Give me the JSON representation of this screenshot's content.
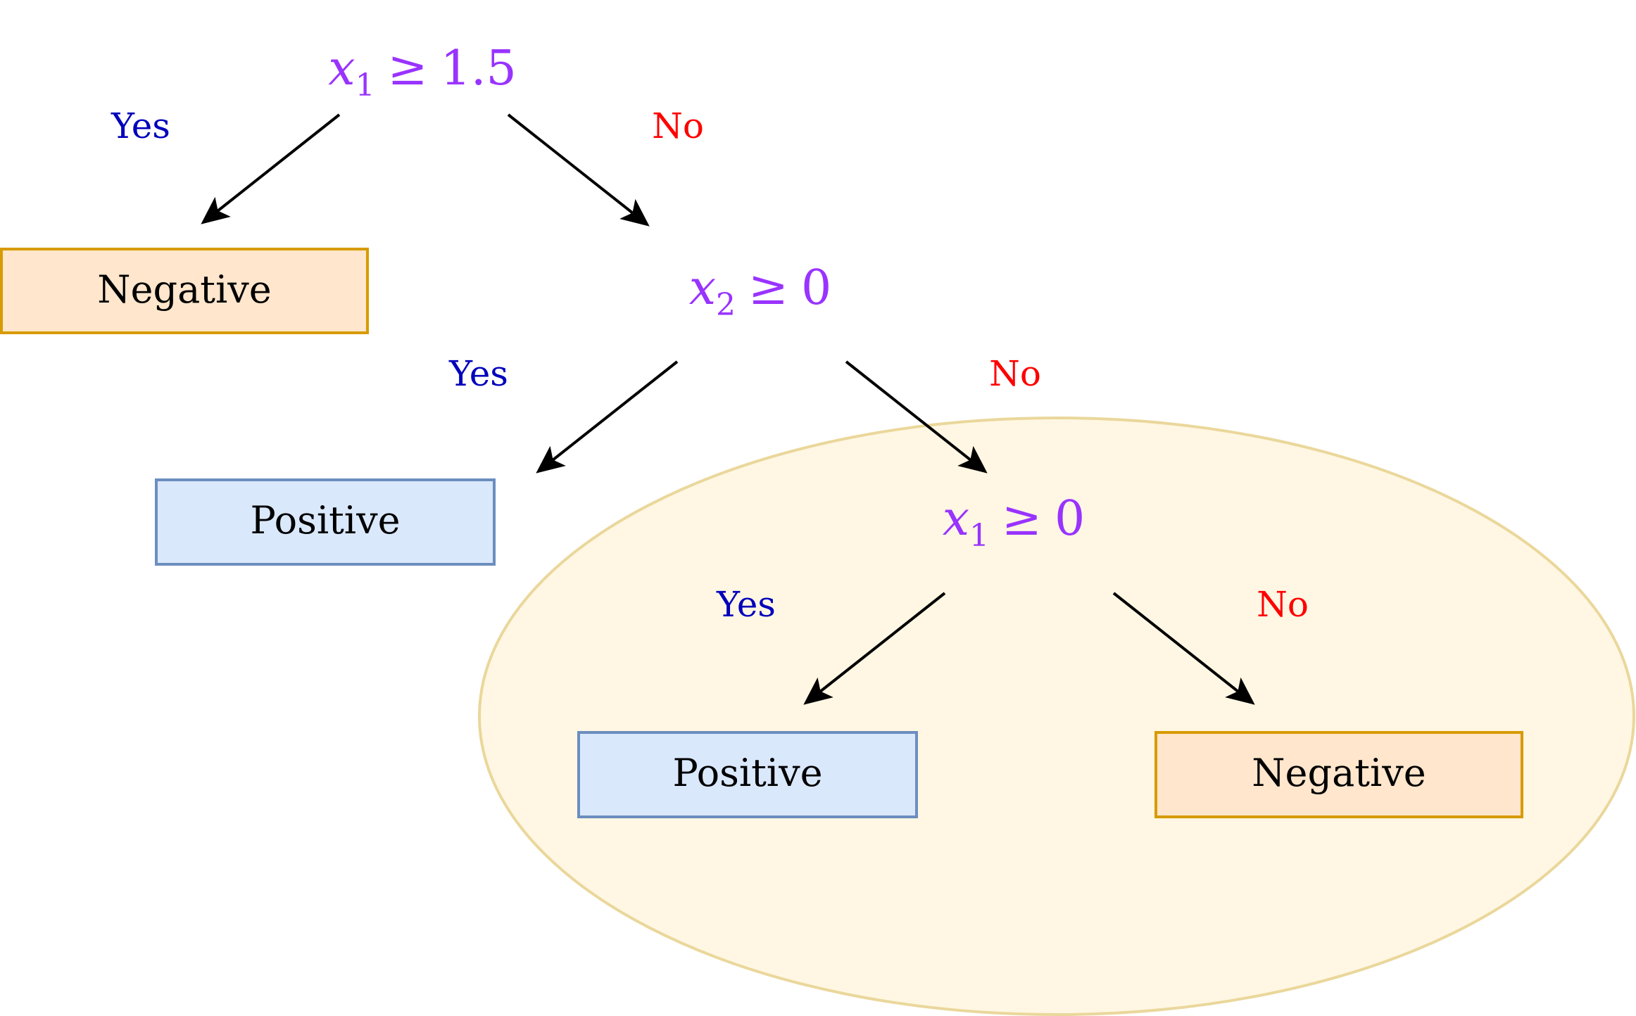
{
  "colors": {
    "condition": "#9933FF",
    "yes": "#0000BB",
    "no": "#FF0000",
    "arrow": "#000000",
    "positive_fill": "#DAE8FC",
    "positive_stroke": "#6C8EBF",
    "negative_fill": "#FFE6CC",
    "negative_stroke": "#D79B00",
    "highlight_fill": "#FFF7E3",
    "highlight_stroke": "#EAD79B"
  },
  "nodes": {
    "root": {
      "var": "x",
      "sub": "1",
      "op": "≥",
      "value": "1.5"
    },
    "second": {
      "var": "x",
      "sub": "2",
      "op": "≥",
      "value": "0"
    },
    "third": {
      "var": "x",
      "sub": "1",
      "op": "≥",
      "value": "0"
    }
  },
  "branches": {
    "root_yes": "Yes",
    "root_no": "No",
    "second_yes": "Yes",
    "second_no": "No",
    "third_yes": "Yes",
    "third_no": "No"
  },
  "leaves": {
    "root_yes_leaf": {
      "label": "Negative",
      "class": "negative"
    },
    "second_yes_leaf": {
      "label": "Positive",
      "class": "positive"
    },
    "third_yes_leaf": {
      "label": "Positive",
      "class": "positive"
    },
    "third_no_leaf": {
      "label": "Negative",
      "class": "negative"
    }
  }
}
